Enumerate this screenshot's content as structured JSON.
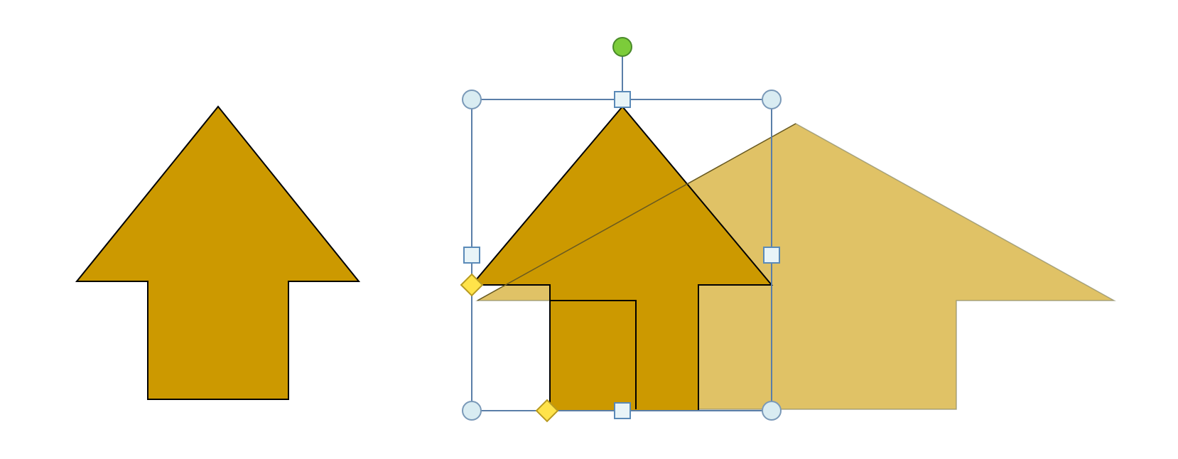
{
  "canvas": {
    "background": "#ffffff"
  },
  "colors": {
    "shape_fill": "#cc9900",
    "ghost_fill": "#cc9900",
    "ghost_opacity": 0.6,
    "shape_stroke": "#000000",
    "selection_stroke": "#5a7ea8",
    "corner_handle_fill": "#d9ecf2",
    "corner_handle_stroke": "#7a99b8",
    "side_handle_fill": "#e8f4f8",
    "side_handle_stroke": "#5a8ab8",
    "rotation_handle_fill": "#7ccc3a",
    "rotation_handle_stroke": "#4a8a2a",
    "adjust_handle_fill": "#ffe34a",
    "adjust_handle_stroke": "#b89a20"
  },
  "shapes": [
    {
      "name": "up-arrow-shape",
      "kind": "up-arrow",
      "state": "unselected"
    },
    {
      "name": "up-arrow-shape-selected",
      "kind": "up-arrow",
      "state": "selected"
    },
    {
      "name": "up-arrow-resize-preview",
      "kind": "up-arrow",
      "state": "drag-preview"
    }
  ],
  "handles": {
    "rotation": "rotation-handle",
    "corners": [
      "top-left",
      "top-right",
      "bottom-left",
      "bottom-right"
    ],
    "sides": [
      "top",
      "left",
      "right",
      "bottom"
    ],
    "adjust": [
      "arrowhead-adjust",
      "shaft-adjust"
    ]
  }
}
